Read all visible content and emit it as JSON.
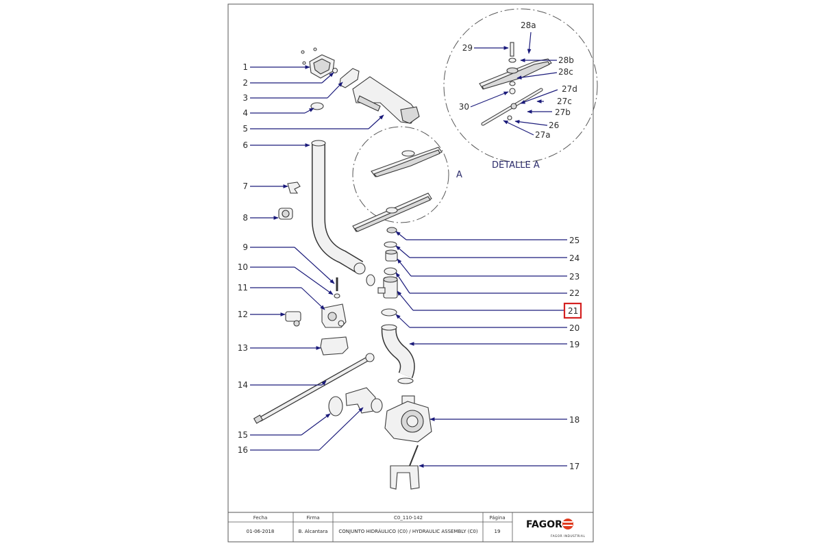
{
  "drawing": {
    "detail_a_marker": "A",
    "detail_a_title": "DETALLE A",
    "callouts_left": [
      "1",
      "2",
      "3",
      "4",
      "5",
      "6",
      "7",
      "8",
      "9",
      "10",
      "11",
      "12",
      "13",
      "14",
      "15",
      "16"
    ],
    "callouts_right": [
      "25",
      "24",
      "23",
      "22",
      "21",
      "20",
      "19",
      "18",
      "17"
    ],
    "callouts_detail": [
      "28a",
      "29",
      "28b",
      "28c",
      "27d",
      "30",
      "27c",
      "27b",
      "26",
      "27a"
    ],
    "highlighted_callout": "21",
    "highlight_color": "#d42020"
  },
  "title_block": {
    "headers": {
      "date": "Fecha",
      "signature": "Firma",
      "code": "C0_110-142",
      "page": "Página"
    },
    "values": {
      "date": "01-06-2018",
      "signature": "B. Alcantara",
      "description": "CONJUNTO HIDRÁULICO (C0) / HYDRAULIC ASSEMBLY (C0)",
      "page": "19"
    },
    "logo": {
      "name": "FAGOR",
      "subtitle": "FAGOR INDUSTRIAL",
      "color": "#e03a1e"
    }
  }
}
